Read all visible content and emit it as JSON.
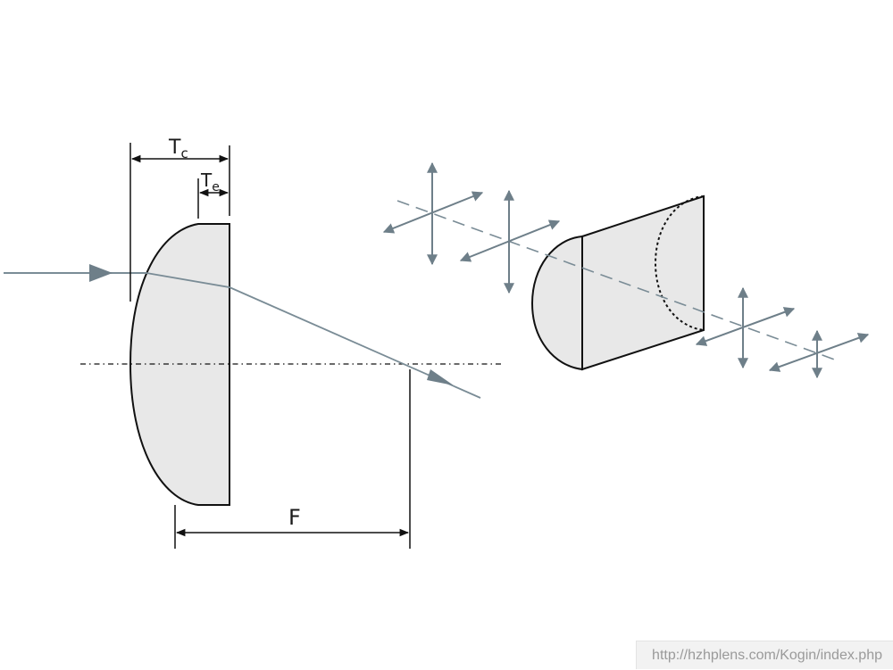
{
  "labels": {
    "tc_main": "T",
    "tc_sub": "c",
    "te_main": "T",
    "te_sub": "e",
    "focal": "F"
  },
  "watermark": "http://hzhplens.com/Kogin/index.php",
  "colors": {
    "lens_fill": "#e8e8e8",
    "outline": "#111111",
    "ray": "#7a8c96",
    "arrow": "#6e7f89"
  }
}
